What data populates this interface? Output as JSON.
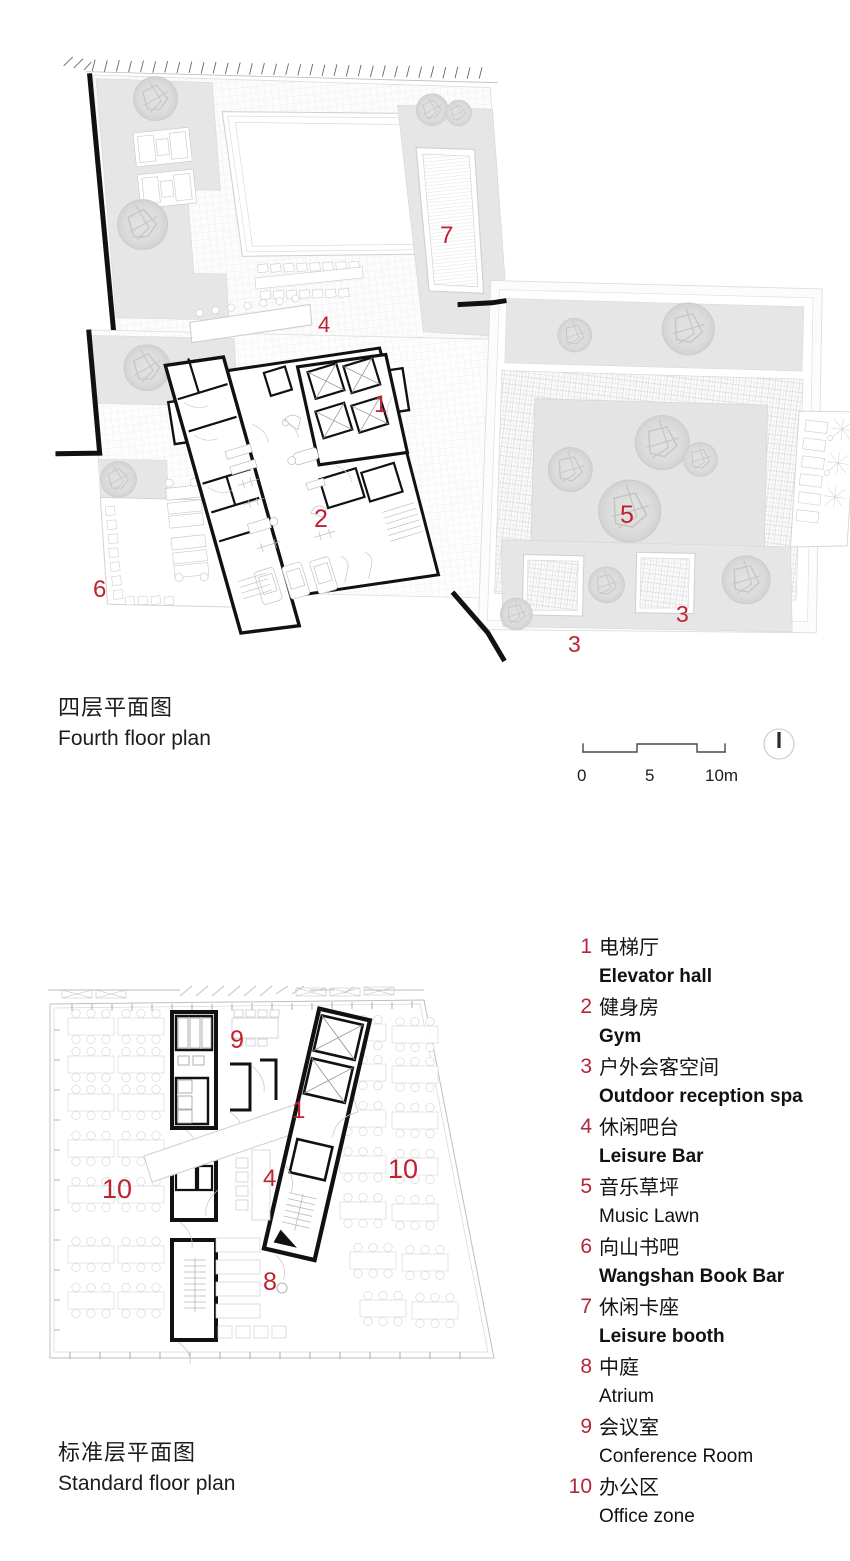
{
  "drawing": {
    "type": "architectural-floor-plans",
    "accent_red": "#bf2230",
    "legend_red": "#b5253a",
    "ink": "#1d1d1d"
  },
  "plans": [
    {
      "id": "fourth-floor",
      "title_cn": "四层平面图",
      "title_en": "Fourth floor plan",
      "room_numbers_shown": [
        "7",
        "4",
        "1",
        "2",
        "5",
        "3",
        "3",
        "6"
      ]
    },
    {
      "id": "standard-floor",
      "title_cn": "标准层平面图",
      "title_en": "Standard floor plan",
      "room_numbers_shown": [
        "9",
        "1",
        "10",
        "4",
        "10",
        "8"
      ]
    }
  ],
  "scale_bar": {
    "ticks": [
      "0",
      "5",
      "10m"
    ],
    "north_arrow": "north-arrow-icon"
  },
  "legend": {
    "items": [
      {
        "num": "1",
        "cn": "电梯厅",
        "en": "Elevator hall",
        "bold": true
      },
      {
        "num": "2",
        "cn": "健身房",
        "en": "Gym",
        "bold": true
      },
      {
        "num": "3",
        "cn": "户外会客空间",
        "en": "Outdoor reception spa",
        "bold": true
      },
      {
        "num": "4",
        "cn": "休闲吧台",
        "en": "Leisure Bar",
        "bold": true
      },
      {
        "num": "5",
        "cn": "音乐草坪",
        "en": "Music Lawn",
        "bold": false
      },
      {
        "num": "6",
        "cn": "向山书吧",
        "en": "Wangshan Book Bar",
        "bold": true
      },
      {
        "num": "7",
        "cn": "休闲卡座",
        "en": "Leisure booth",
        "bold": true
      },
      {
        "num": "8",
        "cn": "中庭",
        "en": "Atrium",
        "bold": false
      },
      {
        "num": "9",
        "cn": "会议室",
        "en": "Conference Room",
        "bold": false
      },
      {
        "num": "10",
        "cn": "办公区",
        "en": "Office zone",
        "bold": false
      }
    ]
  }
}
